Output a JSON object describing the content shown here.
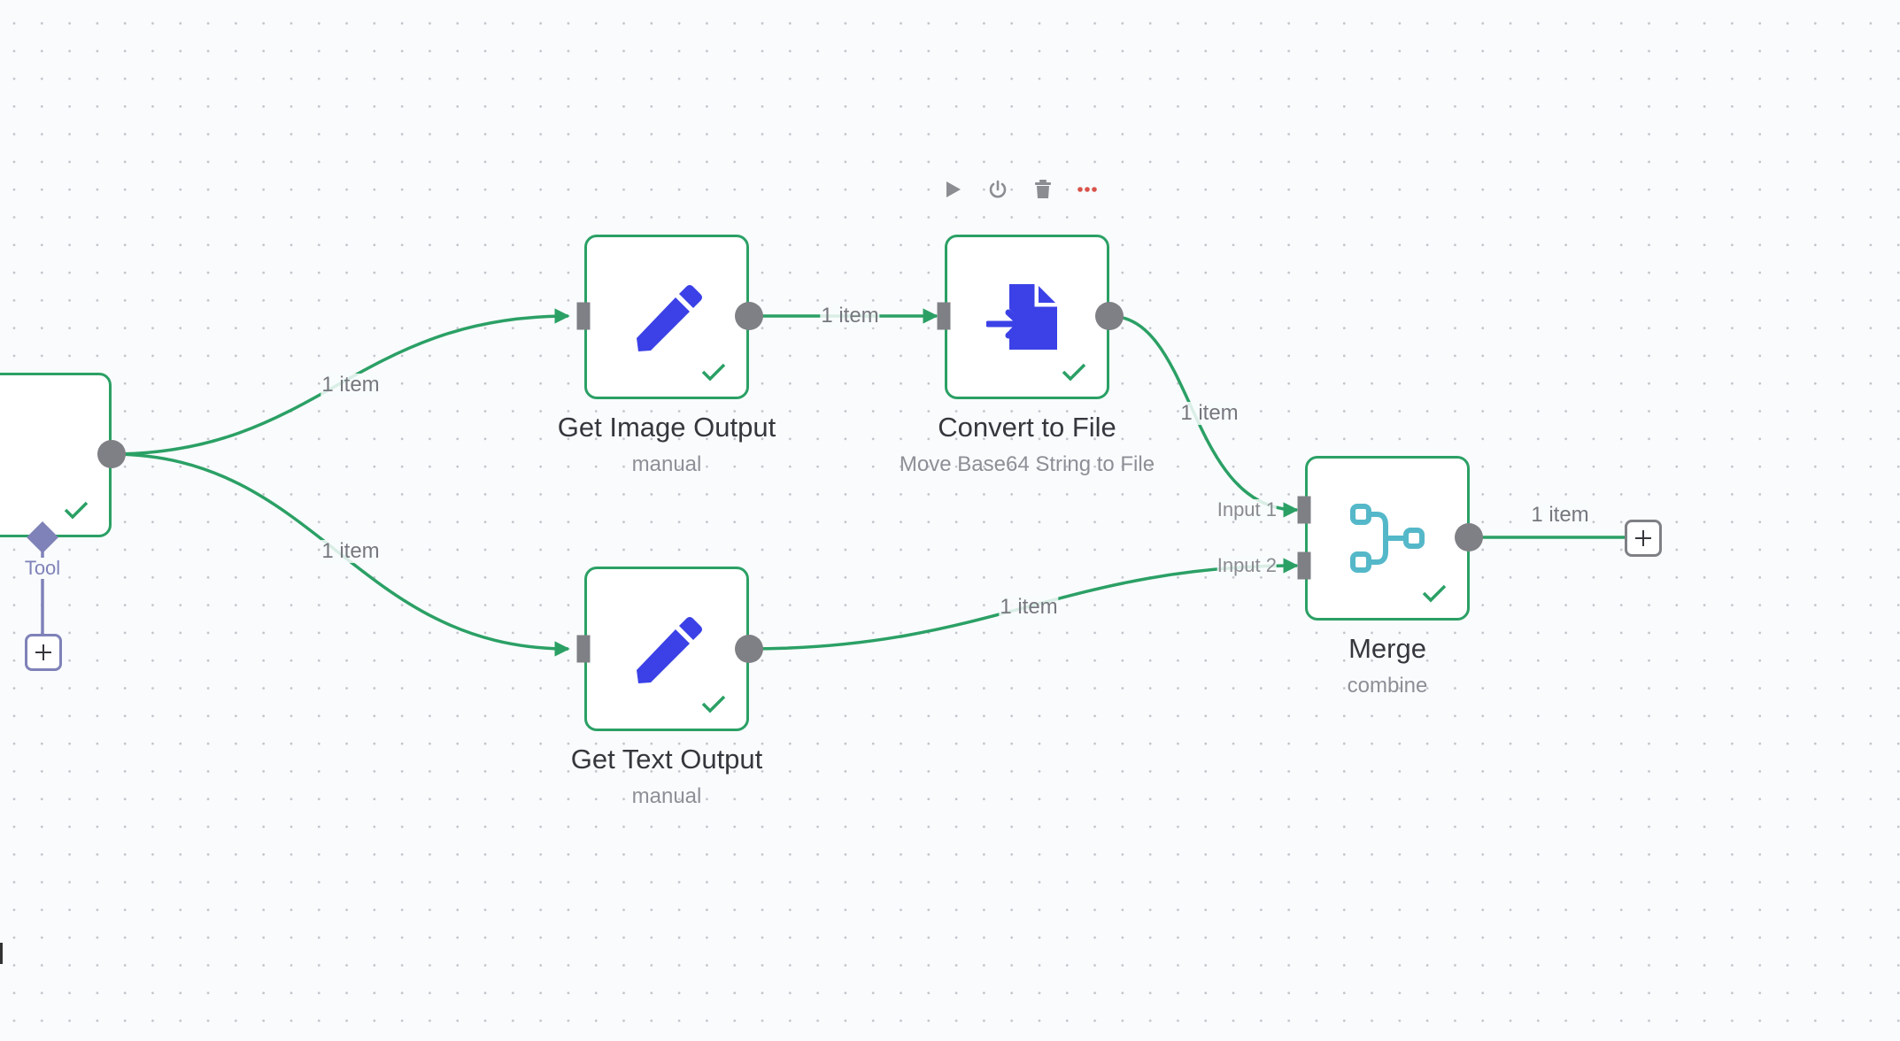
{
  "canvas": {
    "background_color": "#f9fbfd",
    "edge_color": "#2ba065",
    "handle_color": "#7f8085",
    "node_success_color": "#2ba065",
    "icon_primary_color": "#3b41e6",
    "merge_icon_color": "#54b8c9",
    "tool_connector_color": "#7f82b8"
  },
  "node_toolbar": {
    "items": [
      {
        "icon": "play-icon",
        "label": "Execute step"
      },
      {
        "icon": "power-icon",
        "label": "Deactivate"
      },
      {
        "icon": "trash-icon",
        "label": "Delete"
      },
      {
        "icon": "more-icon",
        "label": "More options"
      }
    ]
  },
  "nodes": {
    "left_partial": {
      "status": "success",
      "connector_label": "Tool"
    },
    "get_image": {
      "title": "Get Image Output",
      "subtitle": "manual",
      "icon": "pencil-icon",
      "status": "success"
    },
    "convert": {
      "title": "Convert to File",
      "subtitle": "Move Base64 String to File",
      "icon": "file-import-icon",
      "status": "success"
    },
    "get_text": {
      "title": "Get Text Output",
      "subtitle": "manual",
      "icon": "pencil-icon",
      "status": "success"
    },
    "merge": {
      "title": "Merge",
      "subtitle": "combine",
      "icon": "merge-icon",
      "status": "success",
      "inputs": [
        "Input 1",
        "Input 2"
      ]
    }
  },
  "edges": [
    {
      "from": "left_partial",
      "to": "get_image",
      "label": "1 item"
    },
    {
      "from": "left_partial",
      "to": "get_text",
      "label": "1 item"
    },
    {
      "from": "get_image",
      "to": "convert",
      "label": "1 item"
    },
    {
      "from": "convert",
      "to": "merge.input1",
      "label": "1 item"
    },
    {
      "from": "get_text",
      "to": "merge.input2",
      "label": "1 item"
    },
    {
      "from": "merge",
      "to": "add",
      "label": "1 item"
    }
  ]
}
